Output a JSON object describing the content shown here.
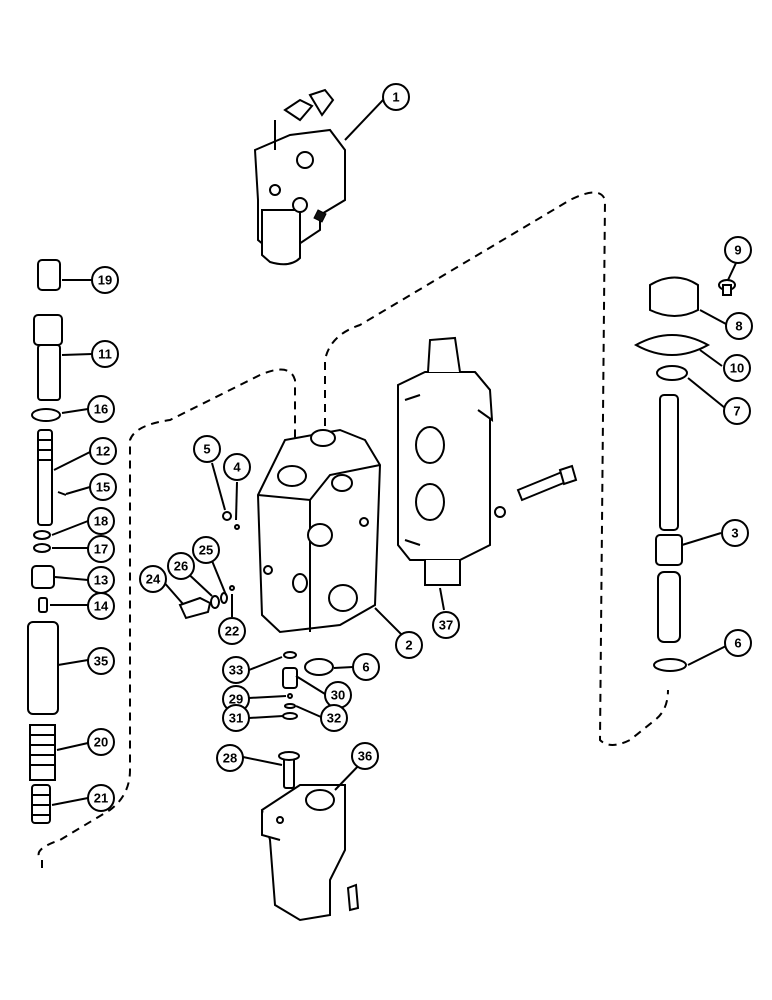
{
  "callouts": [
    {
      "id": "c1",
      "label": "1"
    },
    {
      "id": "c2",
      "label": "2"
    },
    {
      "id": "c3",
      "label": "3"
    },
    {
      "id": "c4",
      "label": "4"
    },
    {
      "id": "c5",
      "label": "5"
    },
    {
      "id": "c6a",
      "label": "6"
    },
    {
      "id": "c6b",
      "label": "6"
    },
    {
      "id": "c7",
      "label": "7"
    },
    {
      "id": "c8",
      "label": "8"
    },
    {
      "id": "c9",
      "label": "9"
    },
    {
      "id": "c10",
      "label": "10"
    },
    {
      "id": "c11",
      "label": "11"
    },
    {
      "id": "c12",
      "label": "12"
    },
    {
      "id": "c13",
      "label": "13"
    },
    {
      "id": "c14",
      "label": "14"
    },
    {
      "id": "c15",
      "label": "15"
    },
    {
      "id": "c16",
      "label": "16"
    },
    {
      "id": "c17",
      "label": "17"
    },
    {
      "id": "c18",
      "label": "18"
    },
    {
      "id": "c19",
      "label": "19"
    },
    {
      "id": "c20",
      "label": "20"
    },
    {
      "id": "c21",
      "label": "21"
    },
    {
      "id": "c22",
      "label": "22"
    },
    {
      "id": "c24",
      "label": "24"
    },
    {
      "id": "c25",
      "label": "25"
    },
    {
      "id": "c26",
      "label": "26"
    },
    {
      "id": "c28",
      "label": "28"
    },
    {
      "id": "c29",
      "label": "29"
    },
    {
      "id": "c30",
      "label": "30"
    },
    {
      "id": "c31",
      "label": "31"
    },
    {
      "id": "c32",
      "label": "32"
    },
    {
      "id": "c33",
      "label": "33"
    },
    {
      "id": "c35",
      "label": "35"
    },
    {
      "id": "c36",
      "label": "36"
    },
    {
      "id": "c37",
      "label": "37"
    }
  ]
}
